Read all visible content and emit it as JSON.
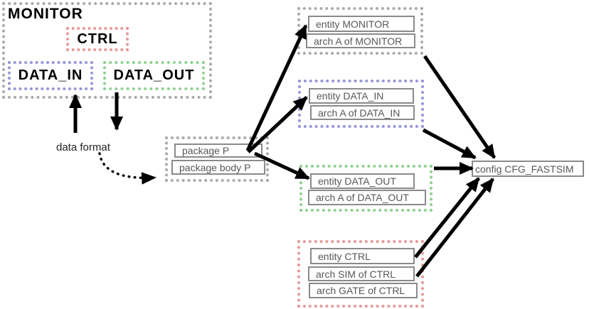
{
  "monitor_block": {
    "title": "MONITOR",
    "ctrl": "CTRL",
    "data_in": "DATA_IN",
    "data_out": "DATA_OUT"
  },
  "data_format_label": "data format",
  "package_group": {
    "package": "package P",
    "package_body": "package body P"
  },
  "entity_monitor_group": {
    "entity": "entity MONITOR",
    "arch": "arch A of MONITOR"
  },
  "entity_data_in_group": {
    "entity": "entity DATA_IN",
    "arch": "arch A of DATA_IN"
  },
  "entity_data_out_group": {
    "entity": "entity DATA_OUT",
    "arch": "arch A of DATA_OUT"
  },
  "entity_ctrl_group": {
    "entity": "entity CTRL",
    "arch_sim": "arch SIM of CTRL",
    "arch_gate": "arch GATE of CTRL"
  },
  "config_label": "config CFG_FASTSIM",
  "colors": {
    "monitor_frame": "#a9a9a9",
    "data_in_frame": "#9595d6",
    "data_out_frame": "#8ed08e",
    "ctrl_frame": "#e59898",
    "item_border": "#8a8a8a",
    "item_text": "#575757",
    "arrow": "#000000",
    "background": "#ffffff"
  }
}
